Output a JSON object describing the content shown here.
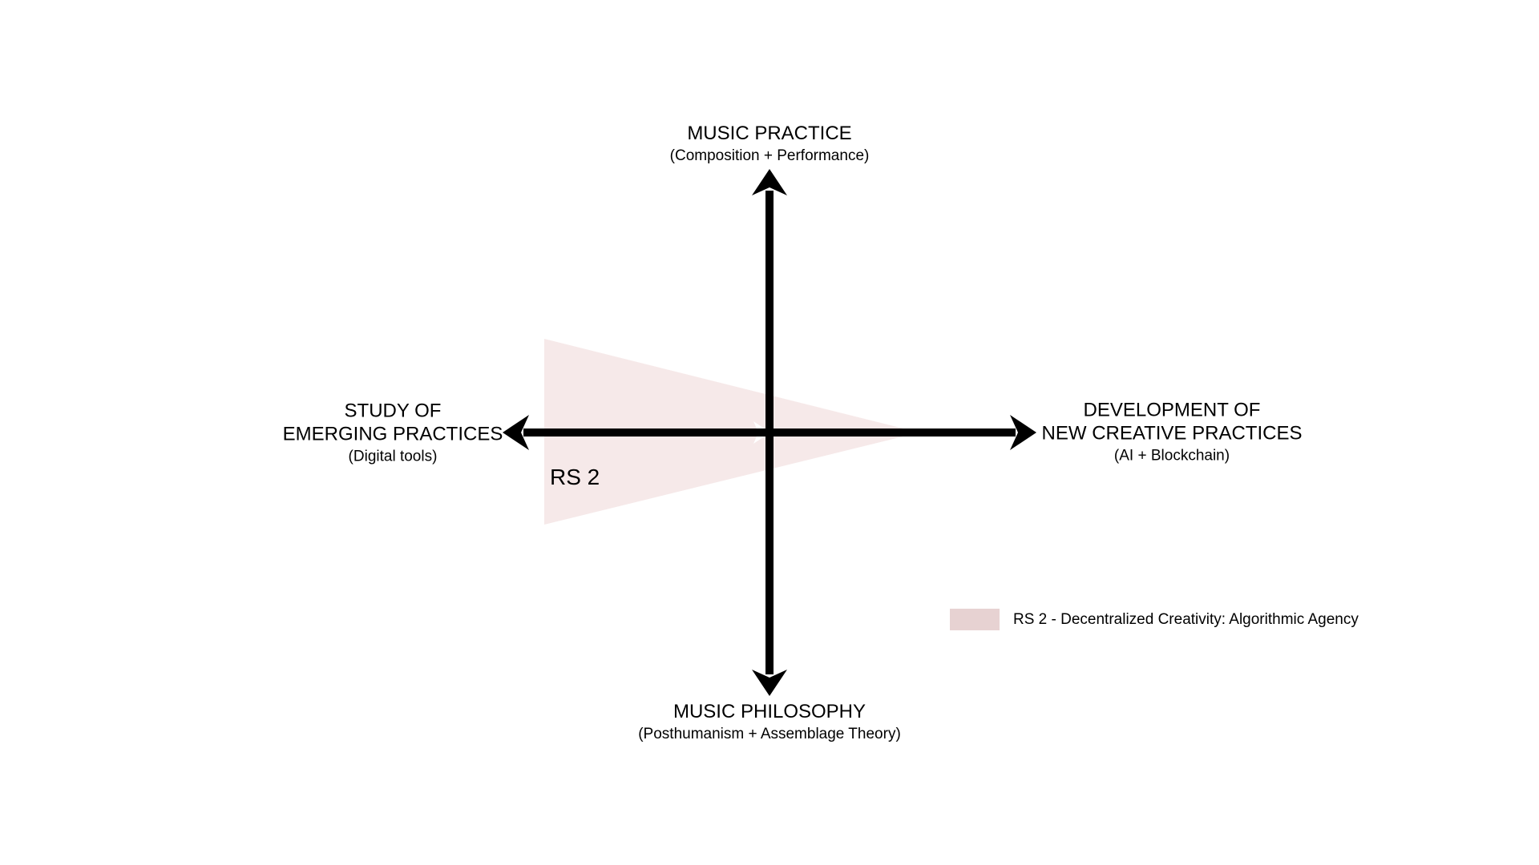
{
  "page": {
    "background": "#ffffff",
    "axis_color": "#000000",
    "text_color": "#000000"
  },
  "diagram": {
    "axis_top": {
      "title": "MUSIC PRACTICE",
      "subtitle": "(Composition + Performance)"
    },
    "axis_bottom": {
      "title": "MUSIC PHILOSOPHY",
      "subtitle": "(Posthumanism + Assemblage Theory)"
    },
    "axis_left": {
      "title_line1": "STUDY OF",
      "title_line2": "EMERGING PRACTICES",
      "subtitle": "(Digital tools)"
    },
    "axis_right": {
      "title_line1": "DEVELOPMENT OF",
      "title_line2": "NEW CREATIVE PRACTICES",
      "subtitle": "(AI + Blockchain)"
    },
    "region_rs2": {
      "label": "RS 2",
      "fill": "#f6e9e9"
    },
    "legend": {
      "swatch_color": "#e7d2d2",
      "label": "RS 2 - Decentralized Creativity: Algorithmic Agency"
    }
  }
}
